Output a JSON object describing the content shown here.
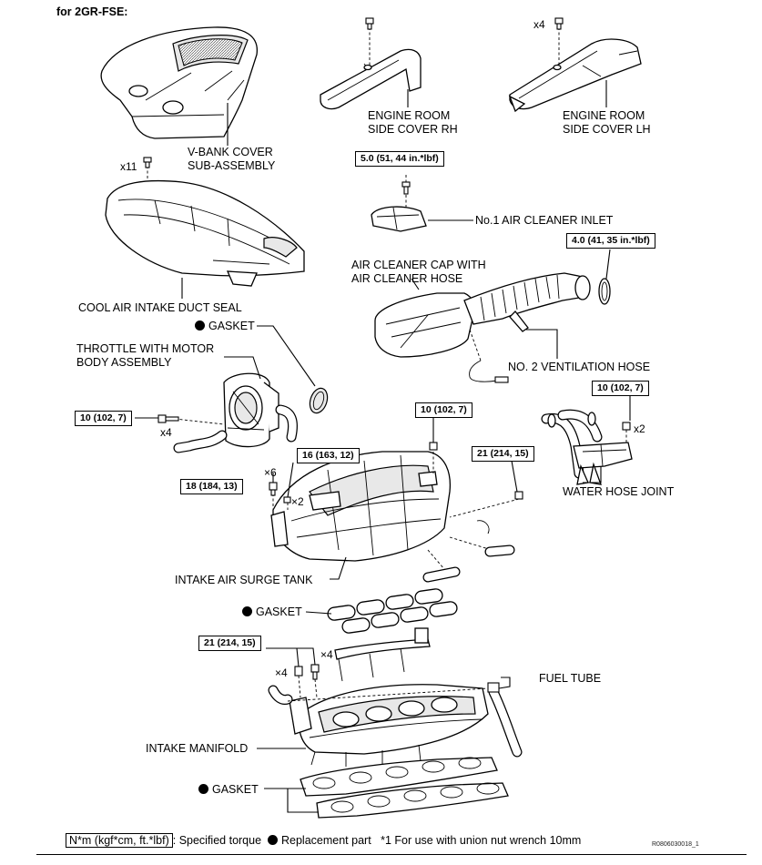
{
  "heading": "for 2GR-FSE:",
  "parts": {
    "vbank_cover": "V-BANK COVER\nSUB-ASSEMBLY",
    "side_cover_rh": "ENGINE ROOM\nSIDE COVER RH",
    "side_cover_lh": "ENGINE ROOM\nSIDE COVER LH",
    "air_cleaner_inlet": "No.1 AIR CLEANER INLET",
    "air_cleaner_cap": "AIR CLEANER CAP WITH\nAIR CLEANER HOSE",
    "cool_air_seal": "COOL AIR INTAKE DUCT SEAL",
    "gasket_1": "GASKET",
    "throttle": "THROTTLE WITH MOTOR\nBODY ASSEMBLY",
    "ventilation_hose": "NO. 2 VENTILATION HOSE",
    "water_hose_joint": "WATER HOSE JOINT",
    "surge_tank": "INTAKE AIR SURGE TANK",
    "gasket_2": "GASKET",
    "fuel_tube": "FUEL TUBE",
    "intake_manifold": "INTAKE MANIFOLD",
    "gasket_3": "GASKET"
  },
  "quantities": {
    "side_cover_lh_bolts": "x4",
    "duct_seal_bolts": "x11",
    "throttle_bolts": "x4",
    "water_hose_bolts": "x2",
    "surge_tank_bolts": "×6",
    "surge_tank_nuts": "×2",
    "manifold_nuts": "×4",
    "manifold_bolts": "×4"
  },
  "torques": {
    "air_cleaner_inlet": "5.0 (51, 44 in.*lbf)",
    "hose_clamp": "4.0 (41, 35 in.*lbf)",
    "throttle": "10 (102, 7)",
    "surge_tank_top": "10 (102, 7)",
    "water_hose_joint": "10 (102, 7)",
    "surge_tank_nut": "16 (163, 12)",
    "surge_tank_bracket": "21 (214, 15)",
    "surge_tank_bolt": "18 (184, 13)",
    "manifold": "21 (214, 15)"
  },
  "legend": {
    "torque_unit": "N*m (kgf*cm, ft.*lbf)",
    "torque_text": ": Specified torque",
    "replacement_text": "Replacement part",
    "note": "*1 For use with union nut wrench 10mm"
  },
  "ref_code": "R0806030018_1"
}
